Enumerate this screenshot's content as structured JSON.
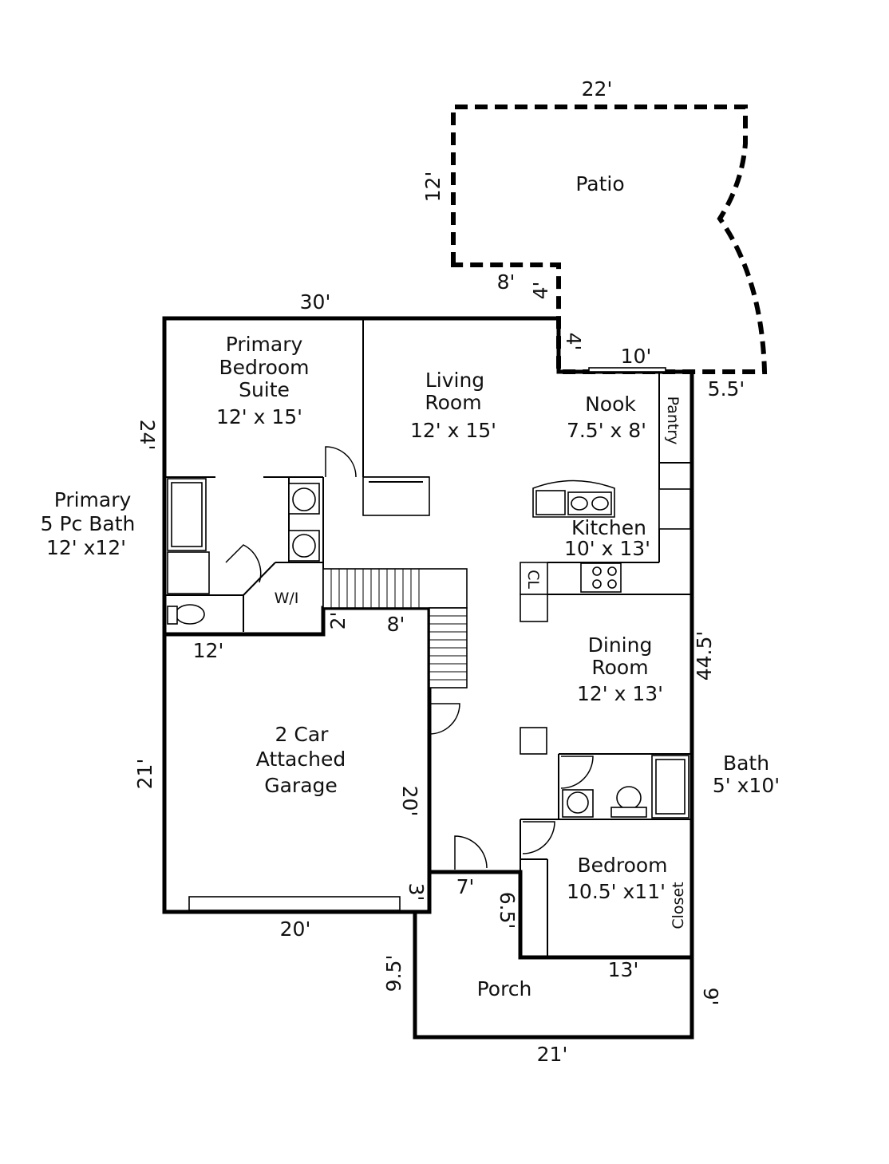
{
  "rooms": {
    "patio": {
      "name": "Patio"
    },
    "primary_bedroom": {
      "line1": "Primary",
      "line2": "Bedroom",
      "line3": "Suite",
      "size": "12' x 15'"
    },
    "primary_bath": {
      "line1": "Primary",
      "line2": "5 Pc Bath",
      "size": "12' x12'"
    },
    "living_room": {
      "line1": "Living",
      "line2": "Room",
      "size": "12' x 15'"
    },
    "nook": {
      "name": "Nook",
      "size": "7.5' x 8'"
    },
    "pantry": {
      "name": "Pantry"
    },
    "kitchen": {
      "name": "Kitchen",
      "size": "10' x 13'"
    },
    "closet_cl": {
      "name": "CL"
    },
    "walk_in": {
      "name": "W/I"
    },
    "dining_room": {
      "line1": "Dining",
      "line2": "Room",
      "size": "12' x 13'"
    },
    "garage": {
      "line1": "2 Car",
      "line2": "Attached",
      "line3": "Garage"
    },
    "bath": {
      "name": "Bath",
      "size": "5' x10'"
    },
    "bedroom": {
      "name": "Bedroom",
      "size": "10.5' x11'"
    },
    "bedroom_closet": {
      "name": "Closet"
    },
    "porch": {
      "name": "Porch"
    }
  },
  "dimensions": {
    "patio_width": "22'",
    "patio_depth": "12'",
    "patio_step_width": "8'",
    "patio_step_depth": "4'",
    "patio_notch_depth": "4'",
    "patio_notch_width": "10'",
    "house_top_width": "30'",
    "nook_right_offset": "5.5'",
    "house_left_upper": "24'",
    "stair_landing": "2'",
    "garage_entry_width": "8'",
    "primary_bath_width": "12'",
    "house_right_depth": "44.5'",
    "garage_depth": "21'",
    "garage_inner_depth": "20'",
    "garage_jog": "3'",
    "garage_width": "20'",
    "entry_width": "7'",
    "entry_depth": "6.5'",
    "bedroom_width": "13'",
    "porch_left_depth": "9.5'",
    "porch_right_depth": "9'",
    "porch_width": "21'"
  }
}
